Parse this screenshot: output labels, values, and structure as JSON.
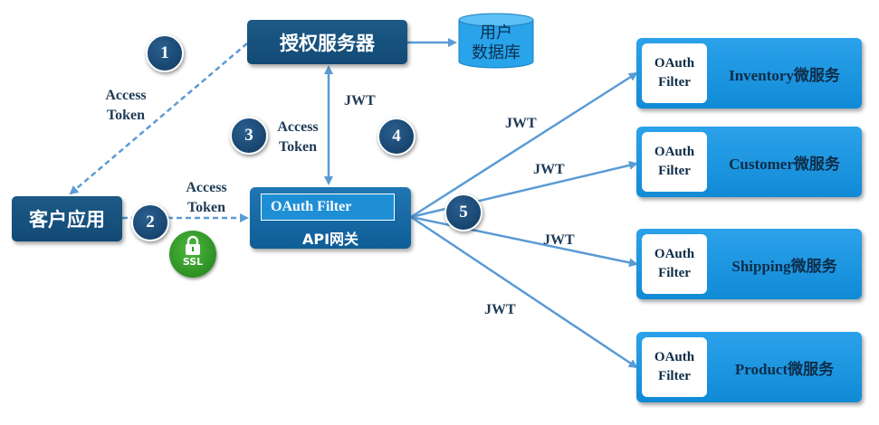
{
  "auth_server": {
    "label": "授权服务器"
  },
  "user_db": {
    "line1": "用户",
    "line2": "数据库"
  },
  "client_app": {
    "label": "客户应用"
  },
  "api_gateway": {
    "filter_label": "OAuth Filter",
    "label": "API网关"
  },
  "ssl_badge": {
    "label": "SSL",
    "icon": "lock-icon",
    "color": "#2e9a22"
  },
  "steps": [
    "1",
    "2",
    "3",
    "4",
    "5"
  ],
  "edge_labels": {
    "access_token_1_line1": "Access",
    "access_token_1_line2": "Token",
    "access_token_2_line1": "Access",
    "access_token_2_line2": "Token",
    "access_token_3_line1": "Access",
    "access_token_3_line2": "Token",
    "jwt_auth": "JWT",
    "jwt_inventory": "JWT",
    "jwt_customer": "JWT",
    "jwt_shipping": "JWT",
    "jwt_product": "JWT"
  },
  "services": [
    {
      "filter_line1": "OAuth",
      "filter_line2": "Filter",
      "name": "Inventory微服务"
    },
    {
      "filter_line1": "OAuth",
      "filter_line2": "Filter",
      "name": "Customer微服务"
    },
    {
      "filter_line1": "OAuth",
      "filter_line2": "Filter",
      "name": "Shipping微服务"
    },
    {
      "filter_line1": "OAuth",
      "filter_line2": "Filter",
      "name": "Product微服务"
    }
  ],
  "colors": {
    "dark_box": "#114a75",
    "gateway": "#1669a8",
    "service": "#1b96df",
    "arrow": "#5b9bd5"
  }
}
